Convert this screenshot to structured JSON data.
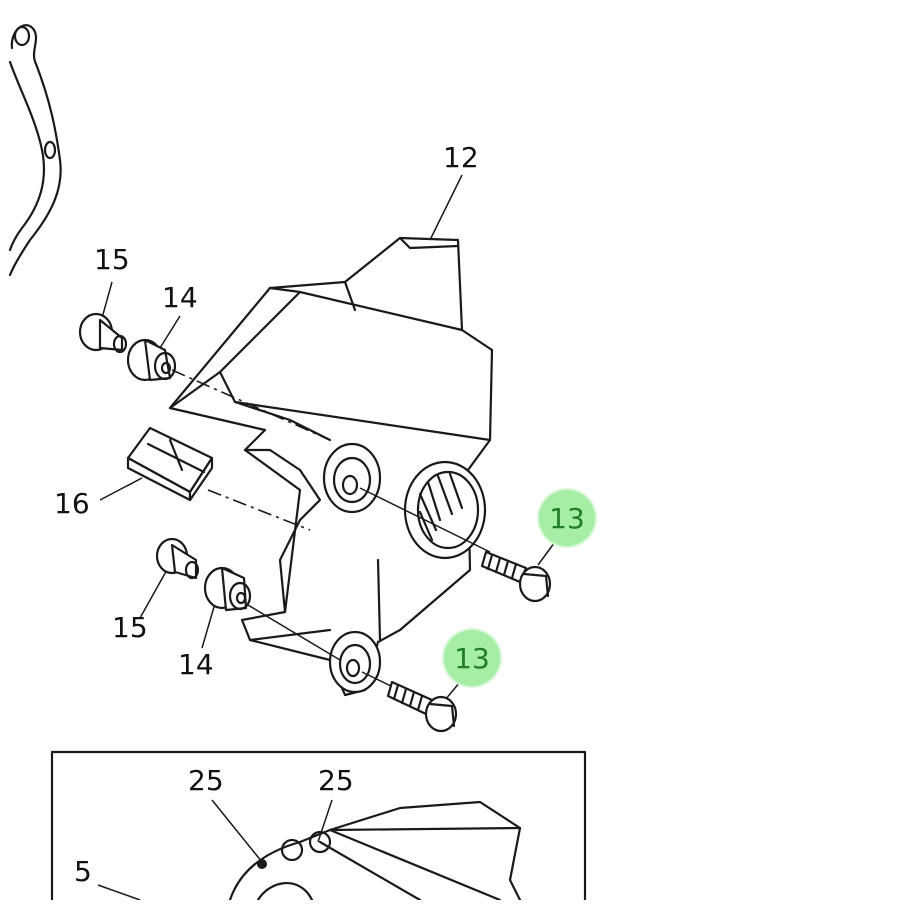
{
  "diagram": {
    "callouts": [
      {
        "id": "c12",
        "text": "12"
      },
      {
        "id": "c15a",
        "text": "15"
      },
      {
        "id": "c14a",
        "text": "14"
      },
      {
        "id": "c16",
        "text": "16"
      },
      {
        "id": "c15b",
        "text": "15"
      },
      {
        "id": "c14b",
        "text": "14"
      },
      {
        "id": "c25a",
        "text": "25"
      },
      {
        "id": "c25b",
        "text": "25"
      },
      {
        "id": "c5",
        "text": "5"
      }
    ],
    "highlighted_callouts": [
      {
        "id": "h13a",
        "text": "13"
      },
      {
        "id": "h13b",
        "text": "13"
      }
    ],
    "highlight_color": "#a6eda6",
    "highlight_text_color": "#1f7d2b"
  }
}
